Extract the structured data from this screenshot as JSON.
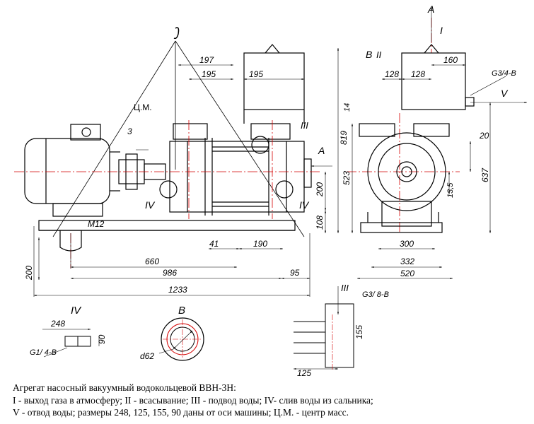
{
  "labels": {
    "cm": "Ц.М.",
    "dim_3": "3",
    "dim_197": "197",
    "dim_195a": "195",
    "dim_195b": "195",
    "dim_819": "819",
    "dim_523": "523",
    "dim_200v": "200",
    "dim_108": "108",
    "dim_m12": "M12",
    "dim_660": "660",
    "dim_41": "41",
    "dim_190": "190",
    "dim_986": "986",
    "dim_95": "95",
    "dim_1233": "1233",
    "dim_200left": "200",
    "roman_iii": "III",
    "roman_iv_left": "IV",
    "roman_iv_right": "IV",
    "view_a_label": "A",
    "side_b": "B",
    "side_ii": "II",
    "side_a": "A",
    "side_i": "I",
    "dim_128a": "128",
    "dim_128b": "128",
    "dim_160": "160",
    "g34b": "G3/4-B",
    "roman_v": "V",
    "dim_14": "14",
    "dim_20": "20",
    "dim_637": "637",
    "dim_135": "13,5",
    "dim_300": "300",
    "dim_332": "332",
    "dim_520": "520",
    "iv_detail": "IV",
    "dim_248": "248",
    "dim_90": "90",
    "g14b": "G1/ 4-B",
    "b_detail": "B",
    "d62": "d62",
    "iii_detail": "III",
    "g18b": "G3/ 8-B",
    "dim_155": "155",
    "dim_125": "125"
  },
  "caption": {
    "line1": "Агрегат насосный вакуумный водокольцевой ВВН-3Н:",
    "line2": "I -  выход газа в атмосферу; II - всасывание; III - подвод воды; IV- слив воды из сальника;",
    "line3": "V - отвод воды; размеры 248, 125, 155, 90 даны от  оси  машины; Ц.М. - центр масс."
  },
  "colors": {
    "line": "#000000",
    "axis": "#d40000",
    "dimension": "#000000",
    "cable": "#000000"
  }
}
